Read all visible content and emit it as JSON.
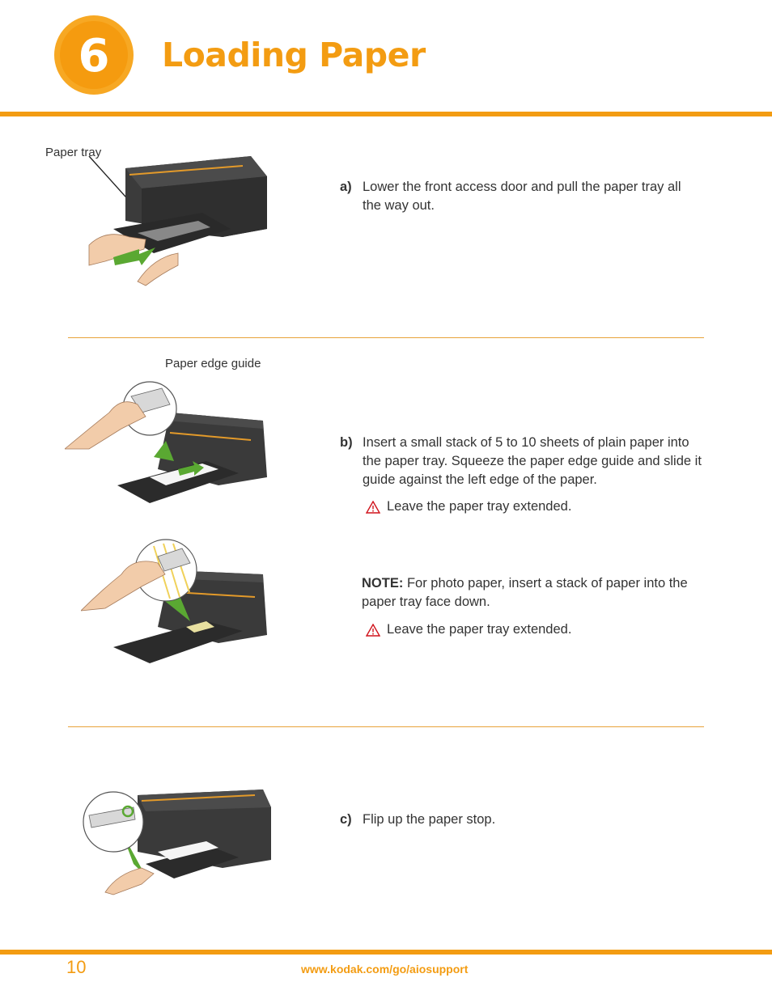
{
  "chapter": {
    "number": "6",
    "title": "Loading Paper"
  },
  "colors": {
    "accent": "#f39c12",
    "warning": "#d0121b",
    "arrow": "#5aa832"
  },
  "steps": [
    {
      "callout": "Paper tray",
      "letter": "a)",
      "text": "Lower the front access door and pull the paper tray all the way out."
    },
    {
      "callout": "Paper edge guide",
      "letter": "b)",
      "text": "Insert a small stack of 5 to 10 sheets of plain paper into the paper tray. Squeeze the paper edge guide and slide it guide against the left edge of the paper.",
      "warning": "Leave the paper tray extended.",
      "note_label": "NOTE:",
      "note_text": "For photo paper, insert a stack of paper into the paper tray face down.",
      "note_warning": "Leave the paper tray extended."
    },
    {
      "letter": "c)",
      "text": "Flip up the paper stop."
    }
  ],
  "footer": {
    "page_number": "10",
    "url": "www.kodak.com/go/aiosupport"
  }
}
